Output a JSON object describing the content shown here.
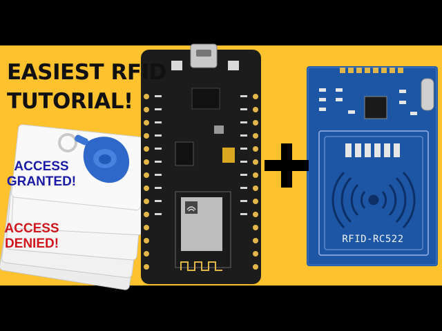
{
  "headline": {
    "line1": "EASIEST RFID",
    "line2": "TUTORIAL!"
  },
  "granted": {
    "line1": "ACCESS",
    "line2": "GRANTED!"
  },
  "denied": {
    "line1": "ACCESS",
    "line2": "DENIED!"
  },
  "module_label": "RFID-RC522",
  "colors": {
    "background_band": "#fdc22d",
    "letterbox": "#000000",
    "title_text": "#111111",
    "granted_text": "#1a1aa6",
    "denied_text": "#d0141c",
    "board_pcb": "#1c1c1c",
    "rfid_pcb": "#1d56a5",
    "keyfob": "#2f68c9"
  },
  "icons": [
    "plus-icon",
    "wifi-icon",
    "antenna-coil-icon",
    "keyfob-icon"
  ]
}
